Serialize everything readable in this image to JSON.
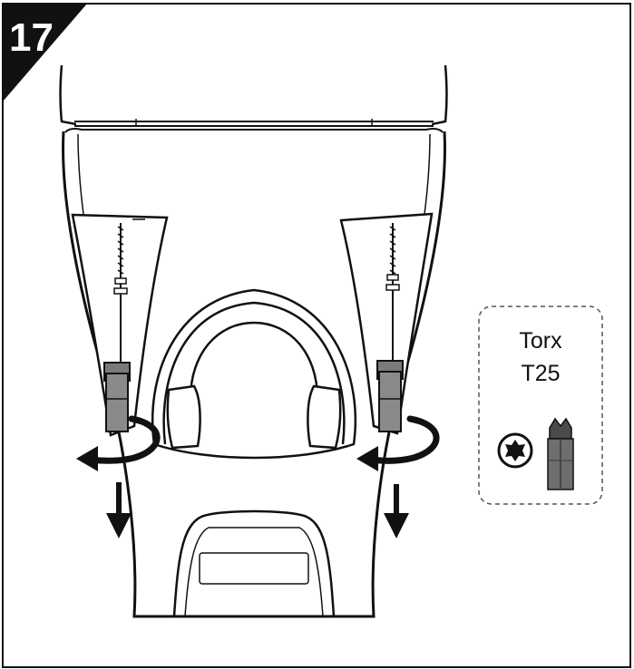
{
  "step": {
    "number": "17"
  },
  "tool": {
    "line1": "Torx",
    "line2": "T25"
  },
  "colors": {
    "ink": "#111111",
    "paper": "#ffffff",
    "grey": "#7a7a7a",
    "dark_grey": "#4a4a4a"
  }
}
